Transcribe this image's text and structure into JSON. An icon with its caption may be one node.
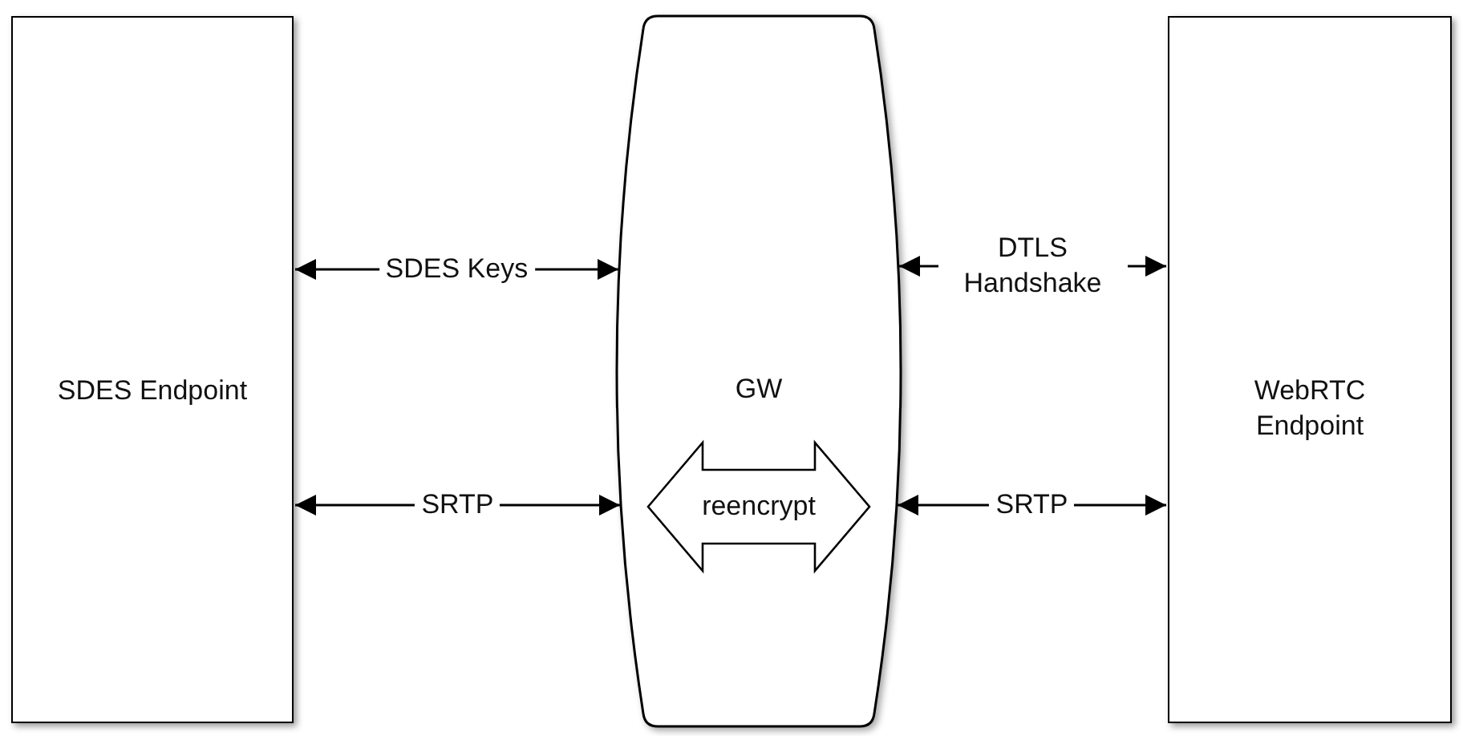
{
  "diagram": {
    "nodes": [
      {
        "text": [
          "SDES Endpoint"
        ]
      },
      {
        "text": [
          "GW"
        ]
      },
      {
        "text": [
          "reencrypt"
        ],
        "in": 1
      },
      {
        "text": [
          "WebRTC Endpoint"
        ]
      }
    ],
    "edges": [
      {
        "from": 0,
        "to": 1,
        "arrow": "both",
        "label": "SDES Keys"
      },
      {
        "from": 0,
        "to": 1,
        "arrow": "both",
        "label": "SRTP"
      },
      {
        "from": 1,
        "to": 3,
        "arrow": "both",
        "label": "DTLS Handshake"
      },
      {
        "from": 1,
        "to": 3,
        "arrow": "both",
        "label": "SRTP"
      }
    ]
  }
}
